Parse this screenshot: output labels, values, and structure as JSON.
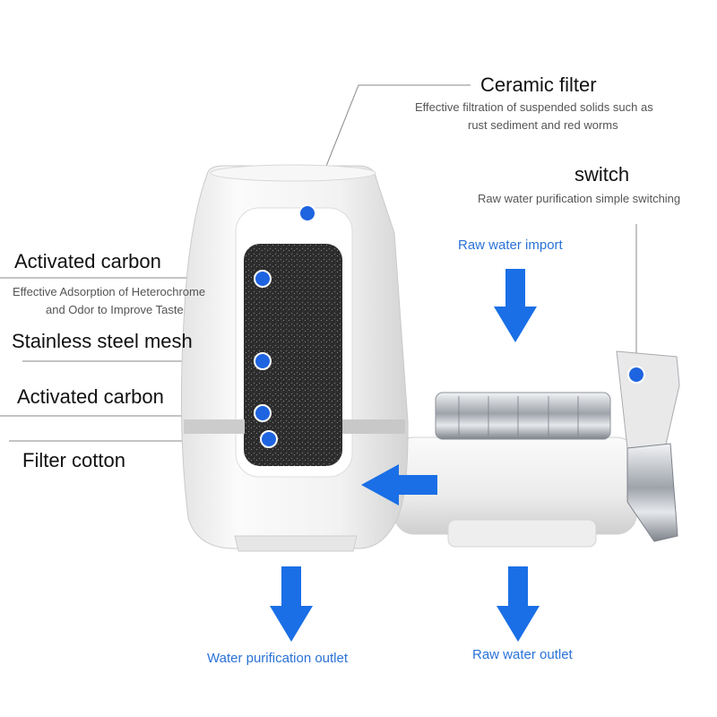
{
  "labels": {
    "ceramic_title": "Ceramic filter",
    "ceramic_desc_1": "Effective filtration of suspended solids such as",
    "ceramic_desc_2": "rust sediment and red worms",
    "switch_title": "switch",
    "switch_desc": "Raw water purification simple switching",
    "raw_import": "Raw water import",
    "carbon_title": "Activated carbon",
    "carbon_desc_1": "Effective Adsorption of Heterochrome",
    "carbon_desc_2": "and Odor to Improve Taste",
    "mesh_title": "Stainless steel mesh",
    "carbon2_title": "Activated carbon",
    "cotton_title": "Filter cotton",
    "purified_outlet": "Water purification outlet",
    "raw_outlet": "Raw water outlet"
  },
  "colors": {
    "arrow": "#1a6fe6",
    "flow_text": "#2a72d6",
    "marker": "#1e64e0",
    "leader": "#888888",
    "body_white": "#f4f4f4",
    "carbon_dark": "#2a2a2a",
    "chrome": "#b8bcc2"
  }
}
